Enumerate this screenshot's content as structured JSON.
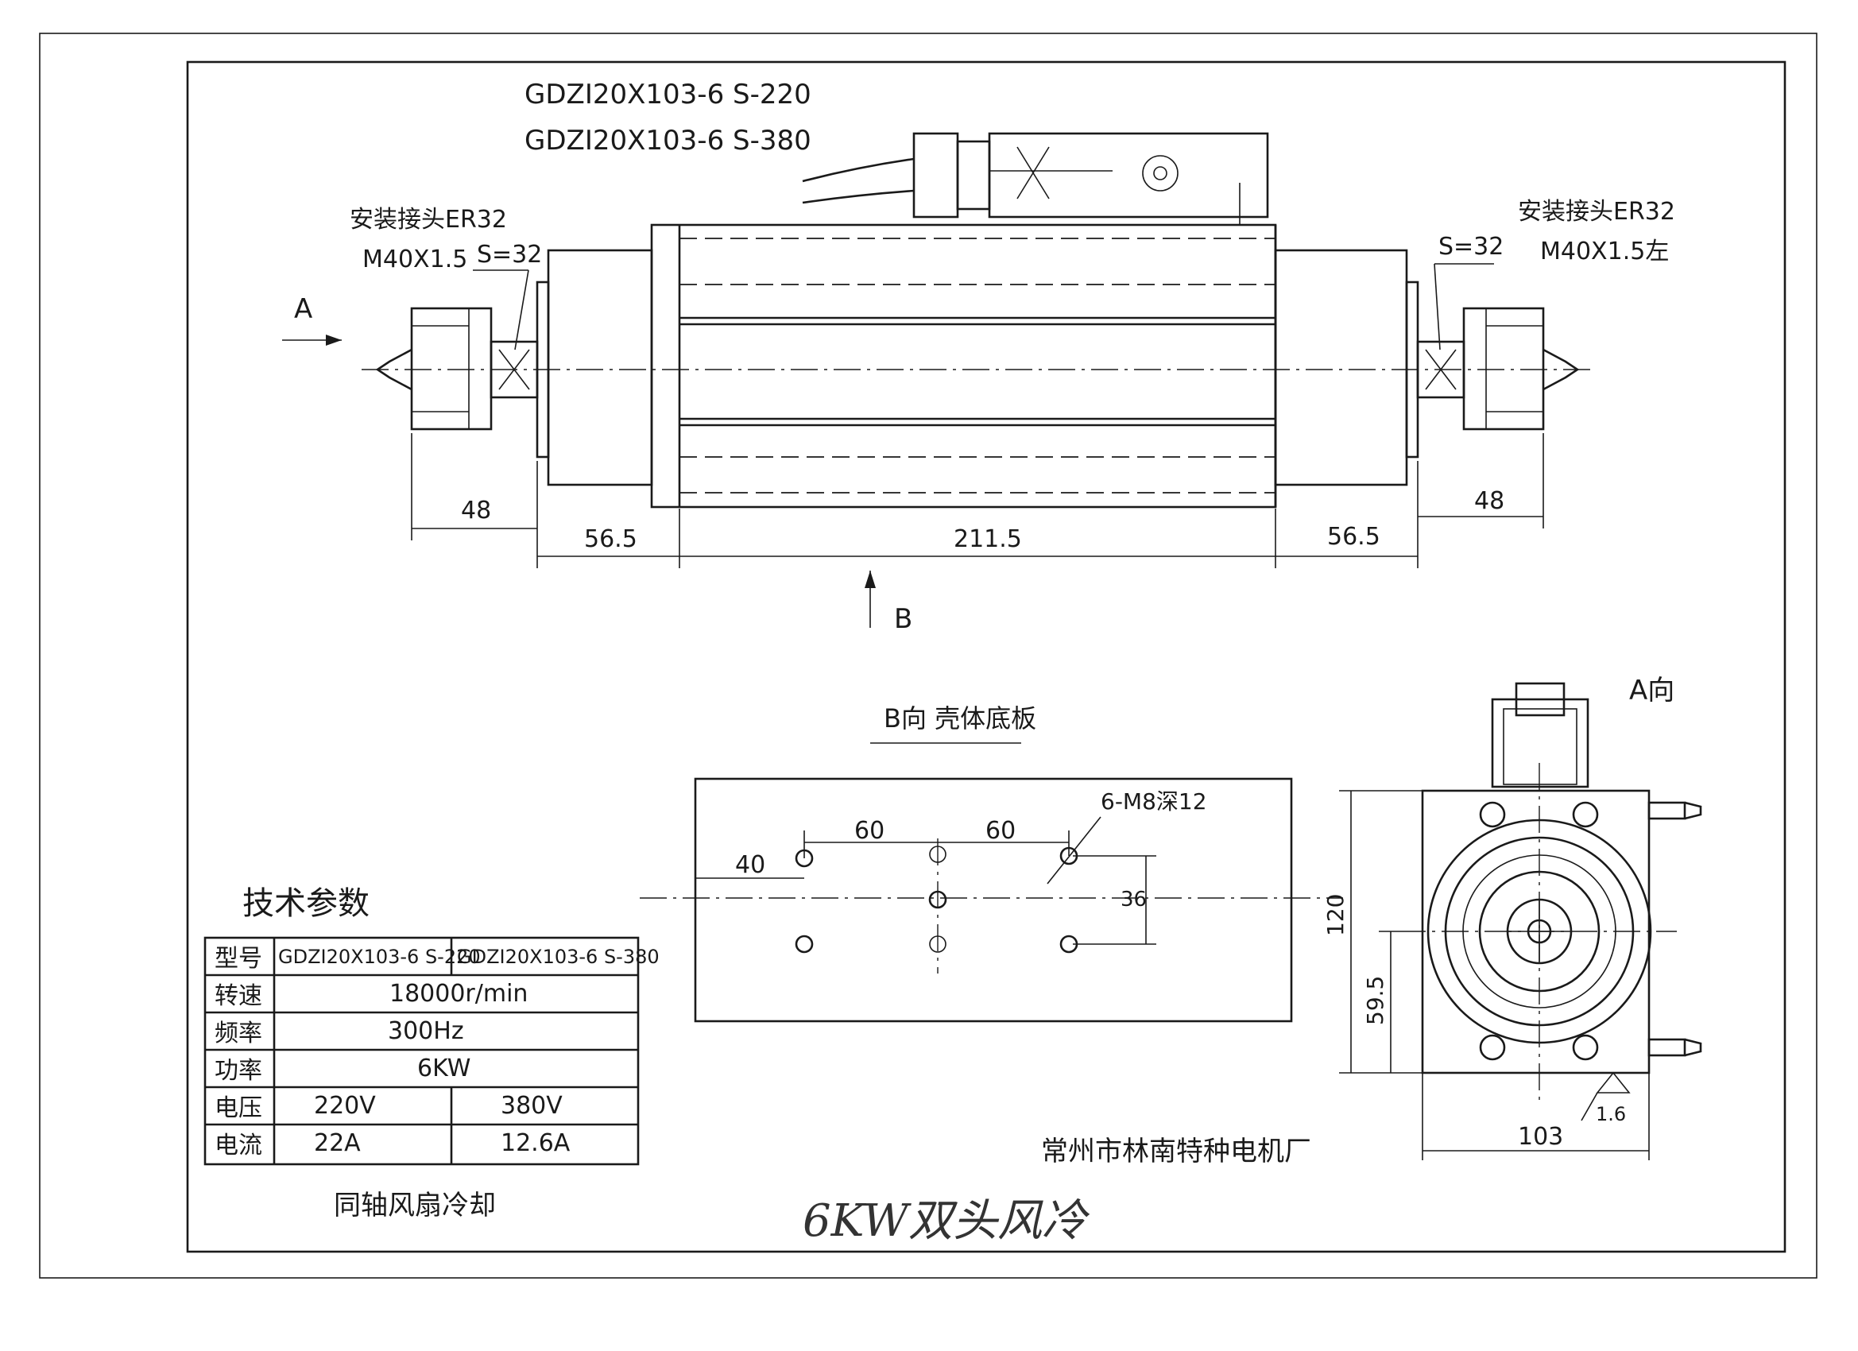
{
  "model_labels": [
    "GDZI20X103-6 S-220",
    "GDZI20X103-6 S-380"
  ],
  "left_end": {
    "title": "安装接头ER32",
    "thread": "M40X1.5",
    "spanner": "S=32"
  },
  "right_end": {
    "title": "安装接头ER32",
    "thread": "M40X1.5左",
    "spanner": "S=32"
  },
  "view_a_arrow": "A",
  "view_b_arrow": "B",
  "dimensions_top": {
    "left_48": "48",
    "left_56_5": "56.5",
    "body": "211.5",
    "right_56_5": "56.5",
    "right_48": "48"
  },
  "b_view": {
    "title": "B向 壳体底板",
    "hole_label": "6-M8深12",
    "dim_40": "40",
    "dim_60_a": "60",
    "dim_60_b": "60",
    "dim_36": "36"
  },
  "a_view": {
    "title": "A向",
    "dim_120": "120",
    "dim_59_5": "59.5",
    "dim_103": "103",
    "roughness": "1.6"
  },
  "spec_table": {
    "title": "技术参数",
    "rows": [
      {
        "label": "型号",
        "v1": "GDZI20X103-6 S-220",
        "v2": "GDZI20X103-6 S-380"
      },
      {
        "label": "转速",
        "v": "18000r/min"
      },
      {
        "label": "频率",
        "v": "300Hz"
      },
      {
        "label": "功率",
        "v": "6KW"
      },
      {
        "label": "电压",
        "v1": "220V",
        "v2": "380V"
      },
      {
        "label": "电流",
        "v1": "22A",
        "v2": "12.6A"
      }
    ],
    "cooling": "同轴风扇冷却"
  },
  "manufacturer": "常州市林南特种电机厂",
  "handwritten_note": "6KW双头风冷"
}
